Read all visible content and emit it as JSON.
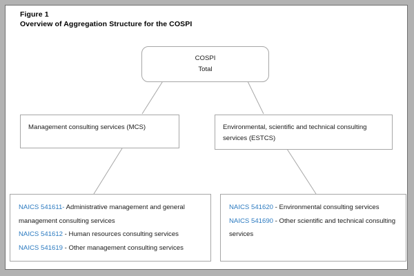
{
  "figure": {
    "title_line1": "Figure 1",
    "title_line2": "Overview of Aggregation Structure for the COSPI"
  },
  "colors": {
    "frame_gray": "#b2b2b2",
    "frame_border": "#6e6e6e",
    "box_border": "#a6a6a6",
    "connector": "#a6a6a6",
    "code_blue": "#2b7ac0",
    "text_black": "#1a1a1a"
  },
  "nodes": {
    "root": {
      "line1": "COSPI",
      "line2": "Total"
    },
    "mcs": {
      "label": "Management consulting services (MCS)"
    },
    "estcs": {
      "label": "Environmental, scientific and technical consulting services (ESTCS)"
    }
  },
  "leaves": {
    "mcs_items": [
      {
        "code": "NAICS 541611-",
        "desc": " Administrative management and general management consulting services"
      },
      {
        "code": "NAICS 541612",
        "desc": " - Human resources consulting services"
      },
      {
        "code": "NAICS 541619",
        "desc": " - Other management consulting services"
      }
    ],
    "estcs_items": [
      {
        "code": "NAICS 541620",
        "desc": " - Environmental consulting services"
      },
      {
        "code": "NAICS 541690",
        "desc": " - Other scientific and technical consulting services"
      }
    ]
  }
}
